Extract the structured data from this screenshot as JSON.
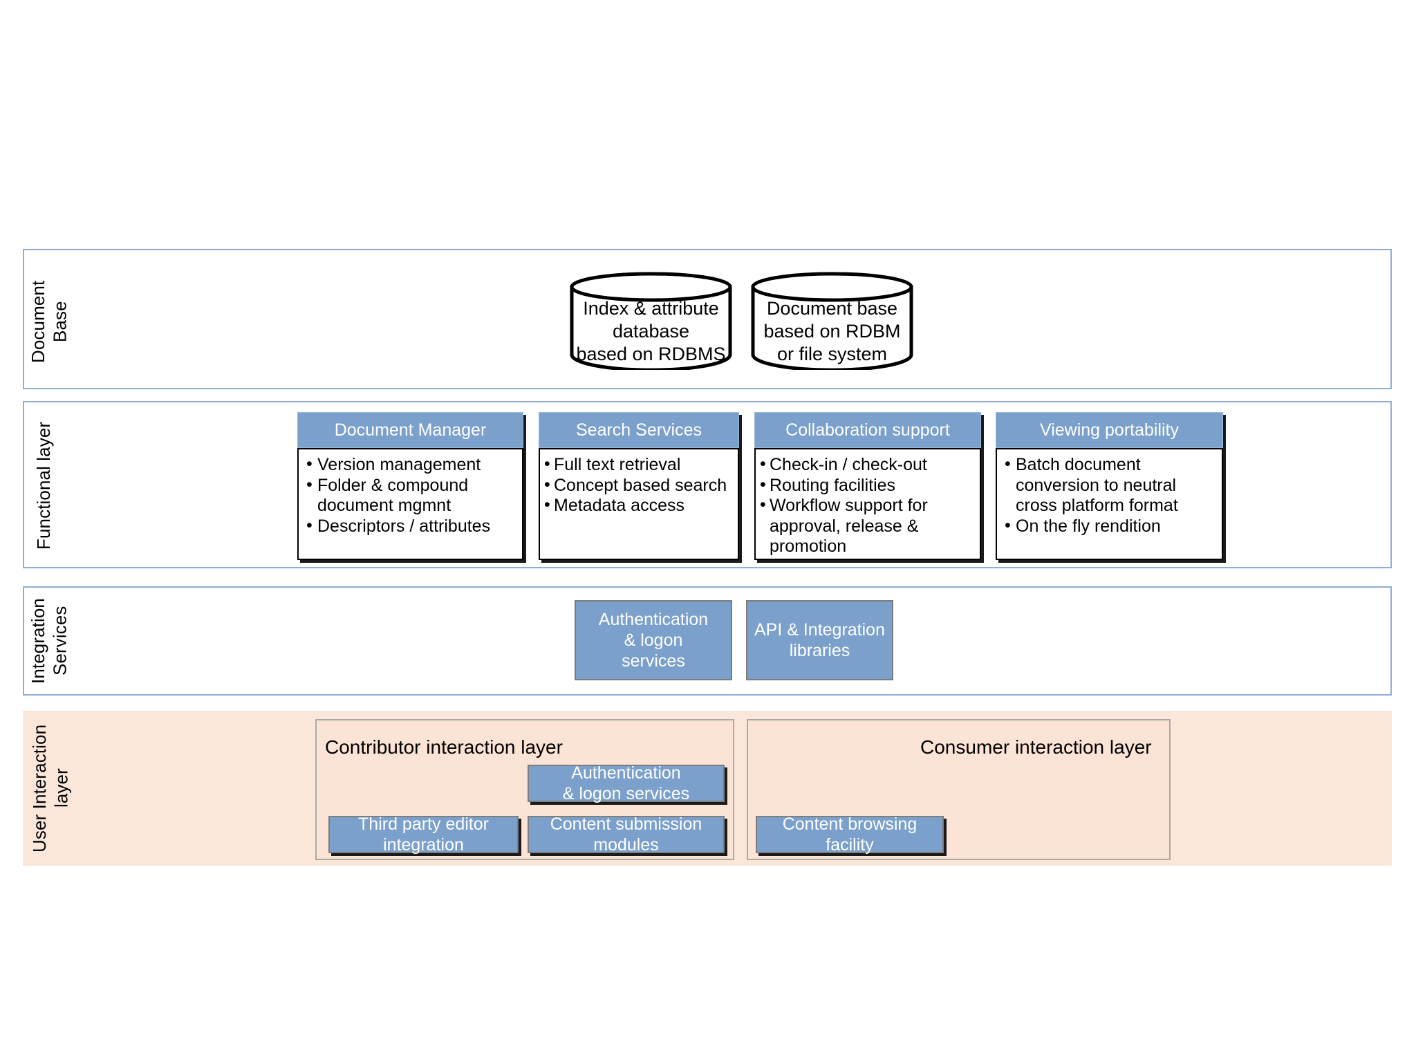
{
  "diagram": {
    "title": "Document Management System Layered Architecture",
    "colors": {
      "accent_blue": "#7aa0cb",
      "band_border": "#8faed6",
      "peach_band": "#fbe7da",
      "peach_panel": "#fbe4d5",
      "panel_border": "#a9a9a9",
      "box_border_gray": "#7d7d7d",
      "outline_black": "#000000",
      "text_white": "#ffffff"
    }
  },
  "bands": {
    "document_base": {
      "label": "Document\nBase"
    },
    "functional_layer": {
      "label": "Functional layer"
    },
    "integration_services": {
      "label": "Integration\nServices"
    },
    "user_interaction": {
      "label": "User Interaction\nlayer"
    }
  },
  "document_base": {
    "cylinders": [
      {
        "name": "index-attribute-database",
        "text": "Index & attribute\ndatabase\nbased on RDBMS"
      },
      {
        "name": "document-base-store",
        "text": "Document base\nbased on RDBM\nor file system"
      }
    ]
  },
  "functional_layer": {
    "cards": [
      {
        "name": "document-manager",
        "title": "Document Manager",
        "bullets": [
          "Version management",
          "Folder & compound document mgmnt",
          "Descriptors / attributes"
        ]
      },
      {
        "name": "search-services",
        "title": "Search Services",
        "bullets": [
          "Full text retrieval",
          "Concept based search",
          "Metadata access"
        ]
      },
      {
        "name": "collaboration-support",
        "title": "Collaboration support",
        "bullets": [
          "Check-in / check-out",
          "Routing facilities",
          "Workflow support for approval, release & promotion"
        ]
      },
      {
        "name": "viewing-portability",
        "title": "Viewing portability",
        "bullets": [
          "Batch document conversion to neutral cross platform format",
          "On the fly rendition"
        ]
      }
    ]
  },
  "integration_services": {
    "boxes": [
      {
        "name": "authentication-logon-services",
        "label": "Authentication\n& logon\nservices"
      },
      {
        "name": "api-integration-libraries",
        "label": "API & Integration\nlibraries"
      }
    ]
  },
  "user_interaction": {
    "contributor": {
      "title": "Contributor interaction layer",
      "boxes": [
        {
          "name": "contributor-authentication-logon-services",
          "label": "Authentication\n& logon services"
        },
        {
          "name": "third-party-editor-integration",
          "label": "Third party editor\nintegration"
        },
        {
          "name": "content-submission-modules",
          "label": "Content submission\nmodules"
        }
      ]
    },
    "consumer": {
      "title": "Consumer interaction layer",
      "boxes": [
        {
          "name": "content-browsing-facility",
          "label": "Content browsing\nfacility"
        }
      ]
    }
  }
}
